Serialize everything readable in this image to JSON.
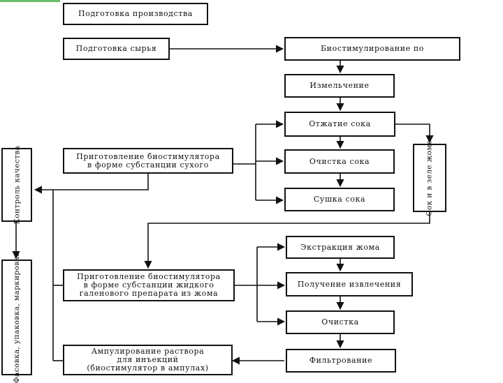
{
  "diagram": {
    "nodes": {
      "prep_production": "Подготовка производства",
      "prep_raw": "Подготовка сырья",
      "biostim": "Биостимулирование по",
      "grinding": "Измельчение",
      "pressing": "Отжатие сока",
      "purification": "Очистка сока",
      "drying": "Сушка сока",
      "pulp_residue": "Сок и в зеле жоме",
      "dry_substance": [
        "Приготовление биостимулятора",
        "в форме субстанции сухого"
      ],
      "quality_control": "Контроль качества",
      "packaging": "Фасовка, упаковка, маркировка",
      "extraction": "Экстракция жома",
      "obtaining_extract": "Получение извлечения",
      "cleaning": "Очистка",
      "liquid_substance": [
        "Приготовление биостимулятора",
        "в форме субстанции жидкого",
        "галенового препарата из жома"
      ],
      "filtration": "Фильтрование",
      "ampouling": [
        "Ампулирование раствора",
        "для инъекций",
        "(биостимулятор в ампулах)"
      ]
    },
    "edges": [
      [
        "prep_raw",
        "biostim"
      ],
      [
        "biostim",
        "grinding"
      ],
      [
        "grinding",
        "pressing"
      ],
      [
        "pressing",
        "purification"
      ],
      [
        "purification",
        "drying"
      ],
      [
        "pressing",
        "pulp_residue"
      ],
      [
        "dry_substance",
        "pressing"
      ],
      [
        "dry_substance",
        "purification"
      ],
      [
        "dry_substance",
        "drying"
      ],
      [
        "dry_substance",
        "quality_control"
      ],
      [
        "pulp_residue",
        "liquid_substance"
      ],
      [
        "liquid_substance",
        "extraction"
      ],
      [
        "liquid_substance",
        "obtaining_extract"
      ],
      [
        "liquid_substance",
        "cleaning"
      ],
      [
        "extraction",
        "obtaining_extract"
      ],
      [
        "obtaining_extract",
        "cleaning"
      ],
      [
        "cleaning",
        "filtration"
      ],
      [
        "filtration",
        "ampouling"
      ],
      [
        "liquid_substance",
        "quality_control"
      ],
      [
        "ampouling",
        "quality_control"
      ],
      [
        "quality_control",
        "packaging"
      ]
    ]
  },
  "colors": {
    "ink": "#111111",
    "accent": "#6cc06c"
  }
}
